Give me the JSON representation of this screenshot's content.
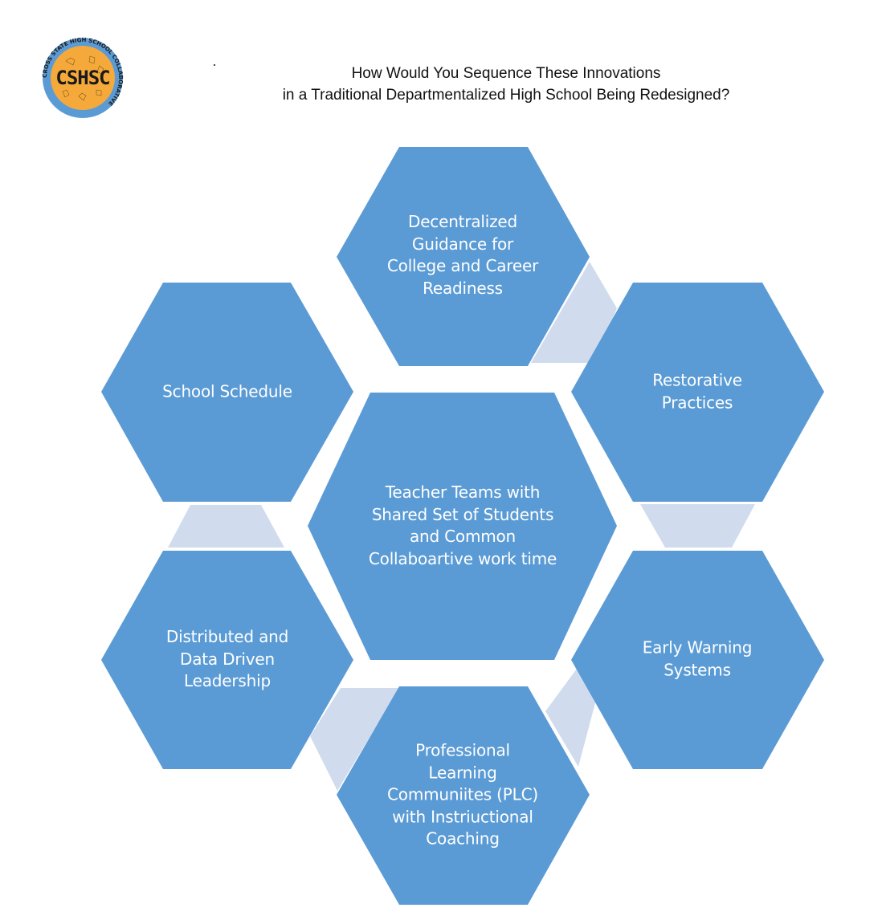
{
  "logo": {
    "acronym": "CSHSC",
    "ring_text": "CROSS STATE HIGH SCHOOL COLLABORATIVE",
    "colors": {
      "fill": "#F5A93A",
      "ring": "#5B9BD5",
      "text": "#1a1a1a"
    }
  },
  "title": {
    "line1": "How Would You Sequence These Innovations",
    "line2": "in a Traditional Departmentalized High School Being Redesigned?"
  },
  "colors": {
    "hexagon": "#5B9BD5",
    "connector": "#D0DCEE",
    "label": "#FFFFFF"
  },
  "hexagons": [
    {
      "id": "top",
      "lines": [
        "Decentralized",
        "Guidance for",
        "College and Career",
        "Readiness"
      ]
    },
    {
      "id": "upper-left",
      "lines": [
        "School Schedule"
      ]
    },
    {
      "id": "upper-right",
      "lines": [
        "Restorative",
        "Practices"
      ]
    },
    {
      "id": "center",
      "lines": [
        "Teacher Teams with",
        "Shared Set of Students",
        "and Common",
        "Collaboartive work time"
      ]
    },
    {
      "id": "lower-left",
      "lines": [
        "Distributed and",
        "Data Driven",
        "Leadership"
      ]
    },
    {
      "id": "lower-right",
      "lines": [
        "Early Warning",
        "Systems"
      ]
    },
    {
      "id": "bottom",
      "lines": [
        "Professional",
        "Learning",
        "Communiites (PLC)",
        "with Instriuctional",
        "Coaching"
      ]
    }
  ],
  "connectors": [
    {
      "from": "top",
      "to": "upper-right"
    },
    {
      "from": "upper-right",
      "to": "lower-right"
    },
    {
      "from": "lower-right",
      "to": "bottom"
    },
    {
      "from": "bottom",
      "to": "lower-left"
    },
    {
      "from": "upper-left",
      "to": "lower-left"
    }
  ]
}
